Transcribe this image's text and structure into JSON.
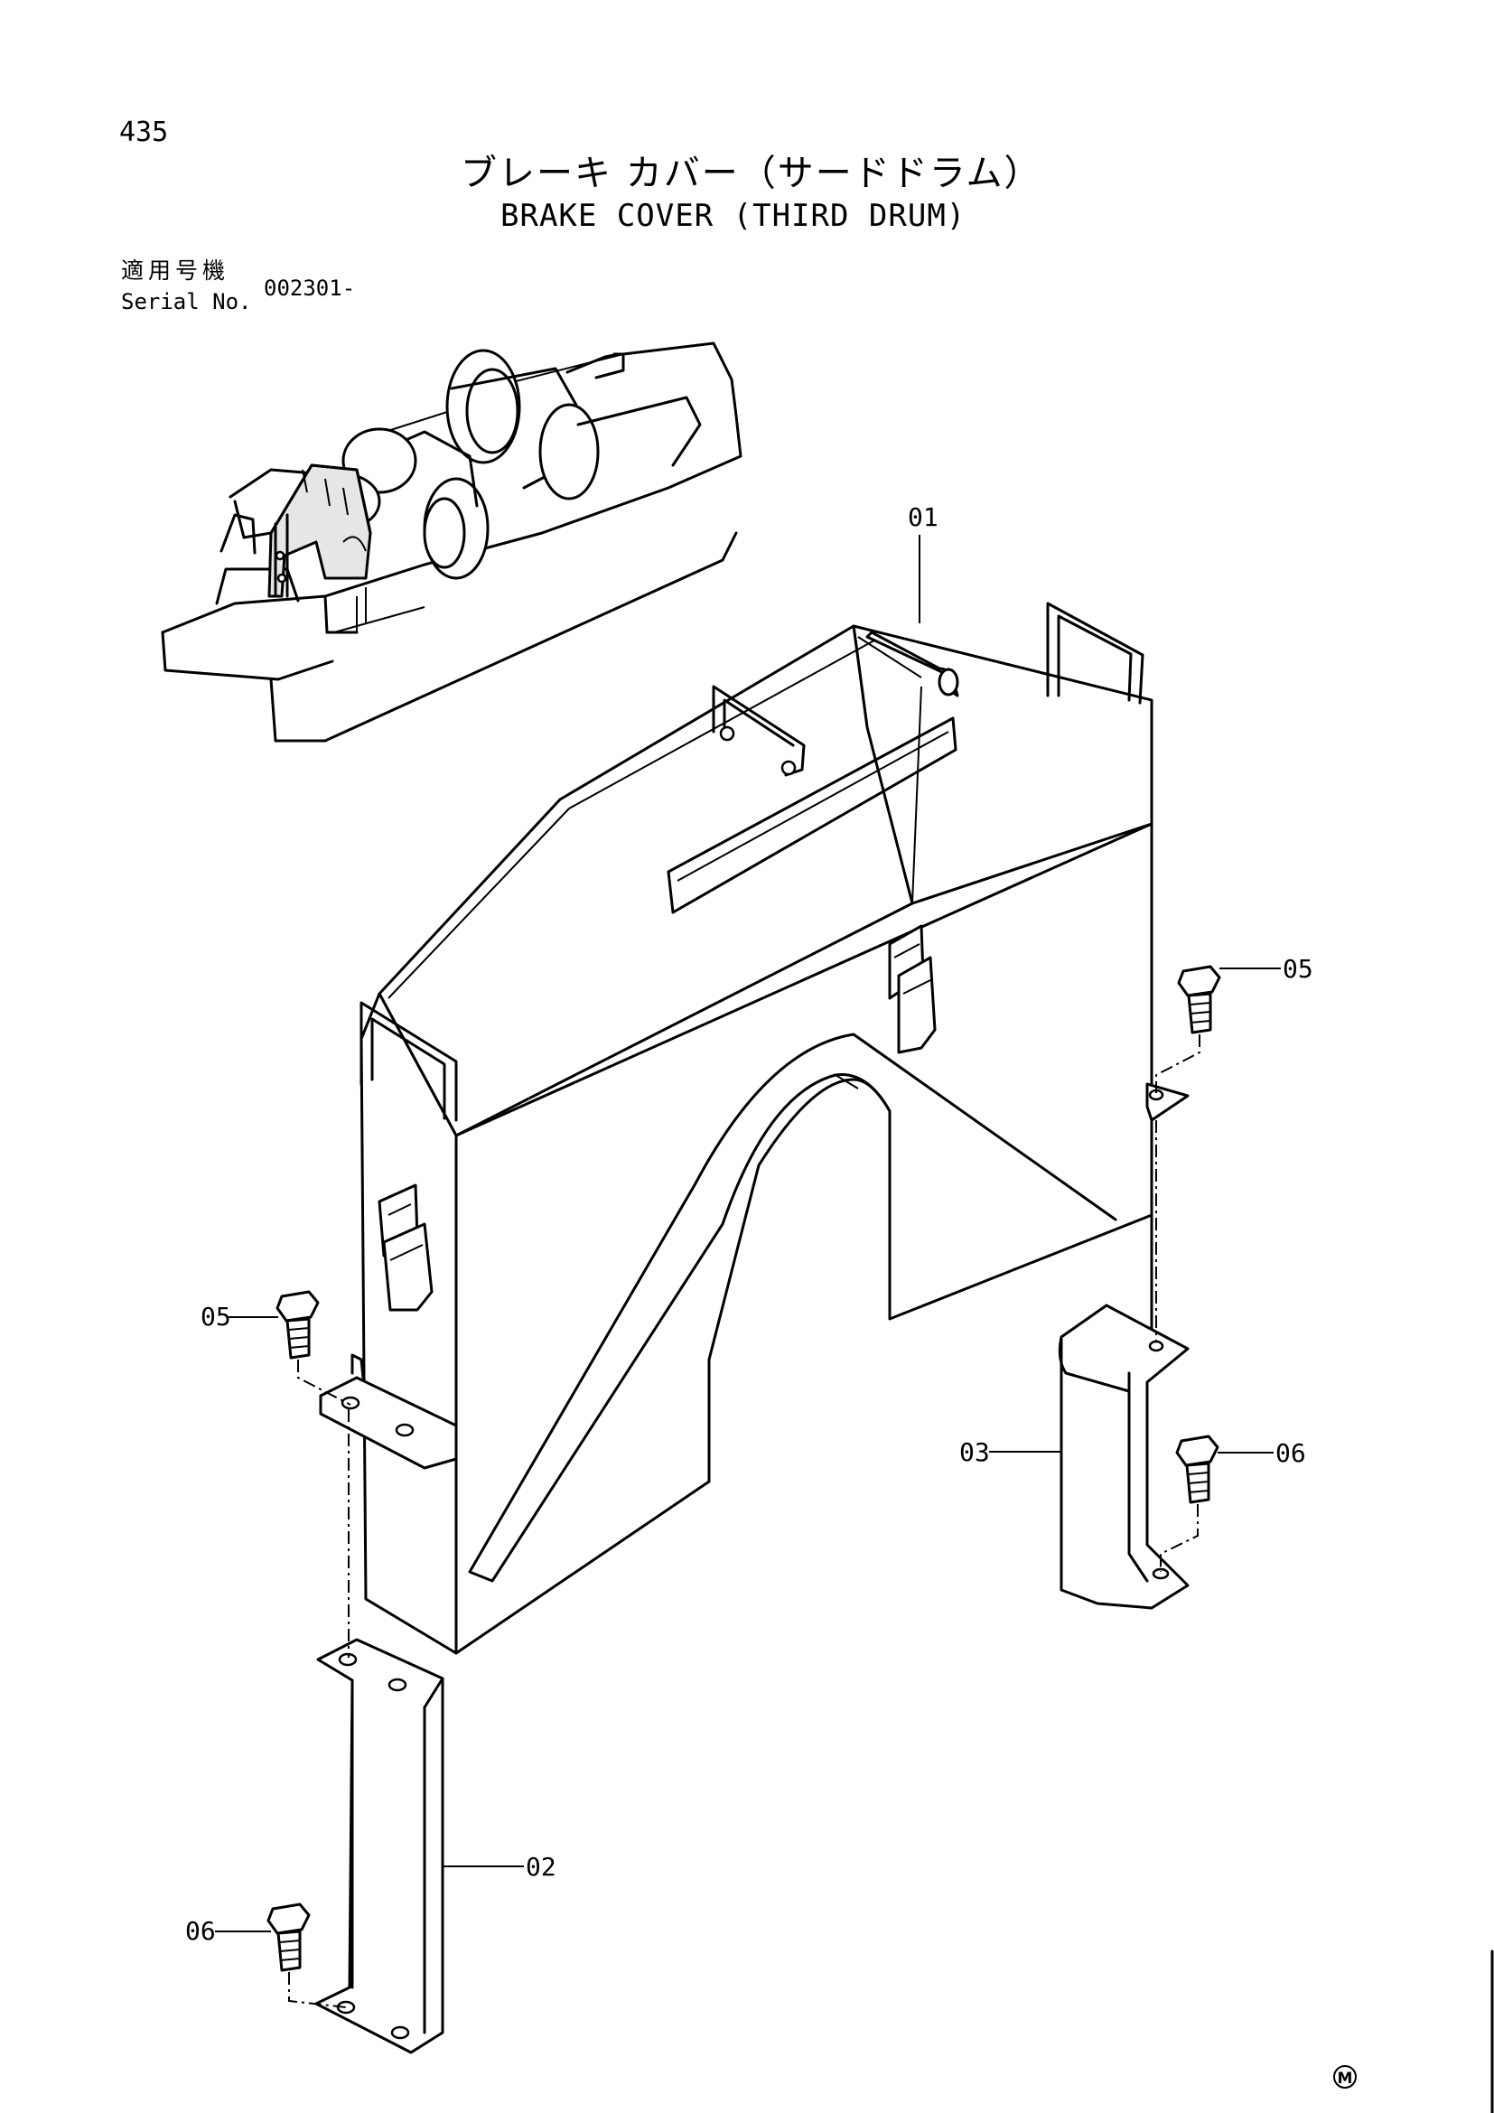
{
  "header": {
    "page_number": "435",
    "title_jp": "ブレーキ カバー（サードドラム）",
    "title_en": "BRAKE COVER (THIRD DRUM)",
    "serial_label_jp": "適用号機",
    "serial_label_en": "Serial No.",
    "serial_value": "002301-"
  },
  "callouts": [
    {
      "id": "01",
      "label": "01"
    },
    {
      "id": "05a",
      "label": "05"
    },
    {
      "id": "05b",
      "label": "05"
    },
    {
      "id": "03",
      "label": "03"
    },
    {
      "id": "06a",
      "label": "06"
    },
    {
      "id": "02",
      "label": "02"
    },
    {
      "id": "06b",
      "label": "06"
    }
  ],
  "footer": {
    "mark": "M"
  }
}
